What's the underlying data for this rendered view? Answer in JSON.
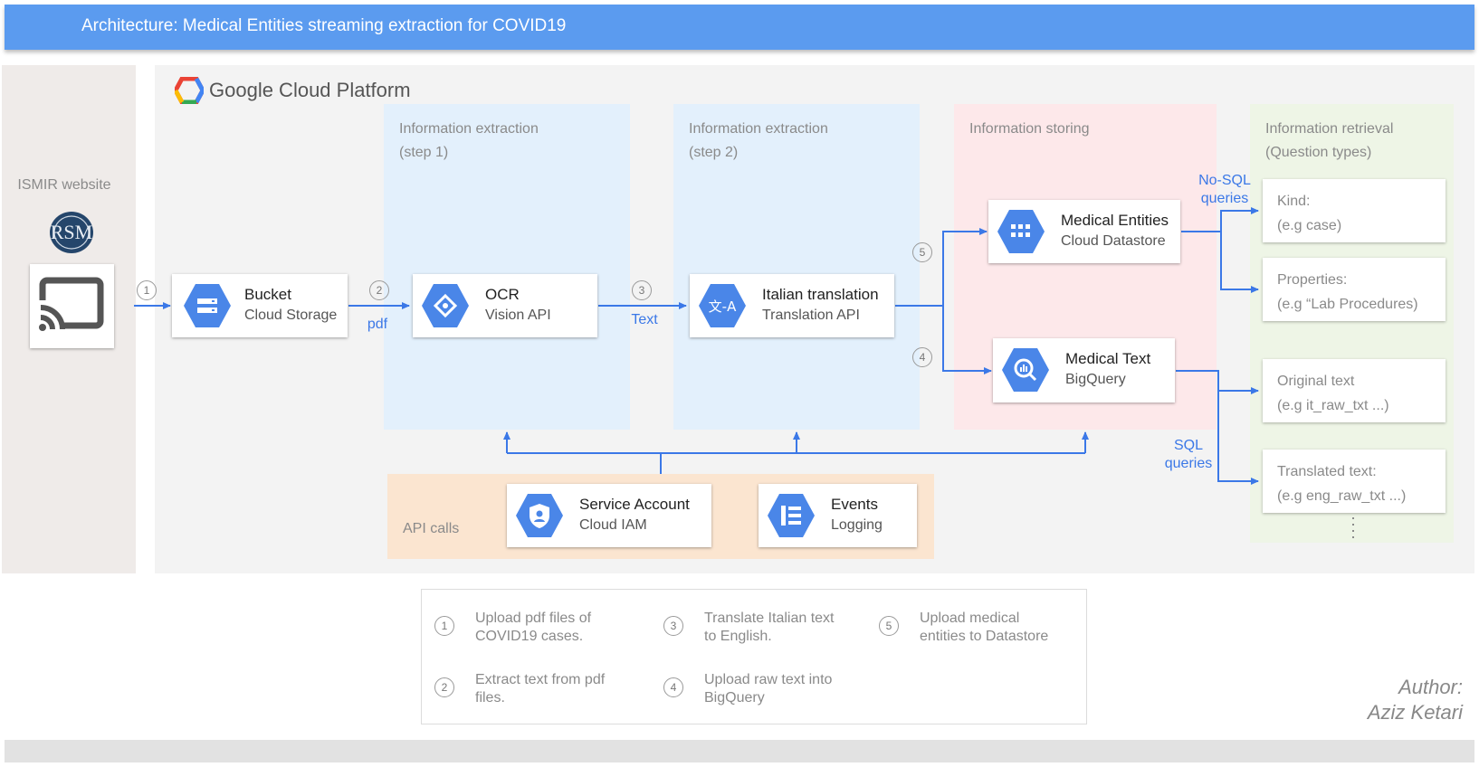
{
  "title": "Architecture: Medical Entities streaming extraction for COVID19",
  "ismir": {
    "label": "ISMIR website"
  },
  "gcp": {
    "logo_text": "Google Cloud Platform"
  },
  "zones": {
    "extraction1": {
      "line1": "Information extraction",
      "line2": "(step 1)"
    },
    "extraction2": {
      "line1": "Information extraction",
      "line2": "(step 2)"
    },
    "storing": {
      "line1": "Information storing"
    },
    "retrieval": {
      "line1": "Information retrieval",
      "line2": "(Question  types)"
    },
    "api_calls": {
      "label": "API calls"
    }
  },
  "nodes": {
    "bucket": {
      "title": "Bucket",
      "subtitle": "Cloud Storage"
    },
    "ocr": {
      "title": "OCR",
      "subtitle": "Vision API"
    },
    "translation": {
      "title": "Italian translation",
      "subtitle": "Translation API"
    },
    "datastore": {
      "title": "Medical Entities",
      "subtitle": "Cloud Datastore"
    },
    "bigquery": {
      "title": "Medical Text",
      "subtitle": "BigQuery"
    },
    "iam": {
      "title": "Service Account",
      "subtitle": "Cloud IAM"
    },
    "logging": {
      "title": "Events",
      "subtitle": "Logging"
    }
  },
  "edge_labels": {
    "pdf": "pdf",
    "text": "Text",
    "nosql_1": "No-SQL",
    "nosql_2": "queries",
    "sql_1": "SQL",
    "sql_2": "queries"
  },
  "steps": {
    "s1": "1",
    "s2": "2",
    "s3": "3",
    "s4": "4",
    "s5": "5"
  },
  "retrieval_cards": [
    {
      "line1": "Kind:",
      "line2": "(e.g case)"
    },
    {
      "line1": "Properties:",
      "line2": "(e.g “Lab Procedures)"
    },
    {
      "line1": "Original text",
      "line2": "(e.g it_raw_txt ...)"
    },
    {
      "line1": "Translated text:",
      "line2": "(e.g eng_raw_txt ...)"
    }
  ],
  "legend": [
    {
      "num": "1",
      "line1": "Upload pdf files of",
      "line2": "COVID19 cases."
    },
    {
      "num": "2",
      "line1": "Extract text from pdf",
      "line2": "files."
    },
    {
      "num": "3",
      "line1": "Translate Italian text",
      "line2": "to English."
    },
    {
      "num": "4",
      "line1": "Upload raw text into",
      "line2": "BigQuery"
    },
    {
      "num": "5",
      "line1": "Upload medical",
      "line2": "entities to Datastore"
    }
  ],
  "author": {
    "line1": "Author:",
    "line2": "Aziz Ketari"
  },
  "colors": {
    "title_bar": "#5b9bef",
    "product_blue": "#4a86e8",
    "arrow": "#3b78e7",
    "extraction_zone": "#e3f0fc",
    "storing_zone": "#fde8ea",
    "retrieval_zone": "#eef5e6",
    "api_zone": "#fbe5d0"
  },
  "icons": {
    "ismir_logo": "rism-logo",
    "ismir_device": "cast-icon",
    "bucket": "cloud-storage-icon",
    "ocr": "vision-api-icon",
    "translation": "translation-api-icon",
    "datastore": "datastore-icon",
    "bigquery": "bigquery-icon",
    "iam": "cloud-iam-icon",
    "logging": "logging-icon"
  }
}
